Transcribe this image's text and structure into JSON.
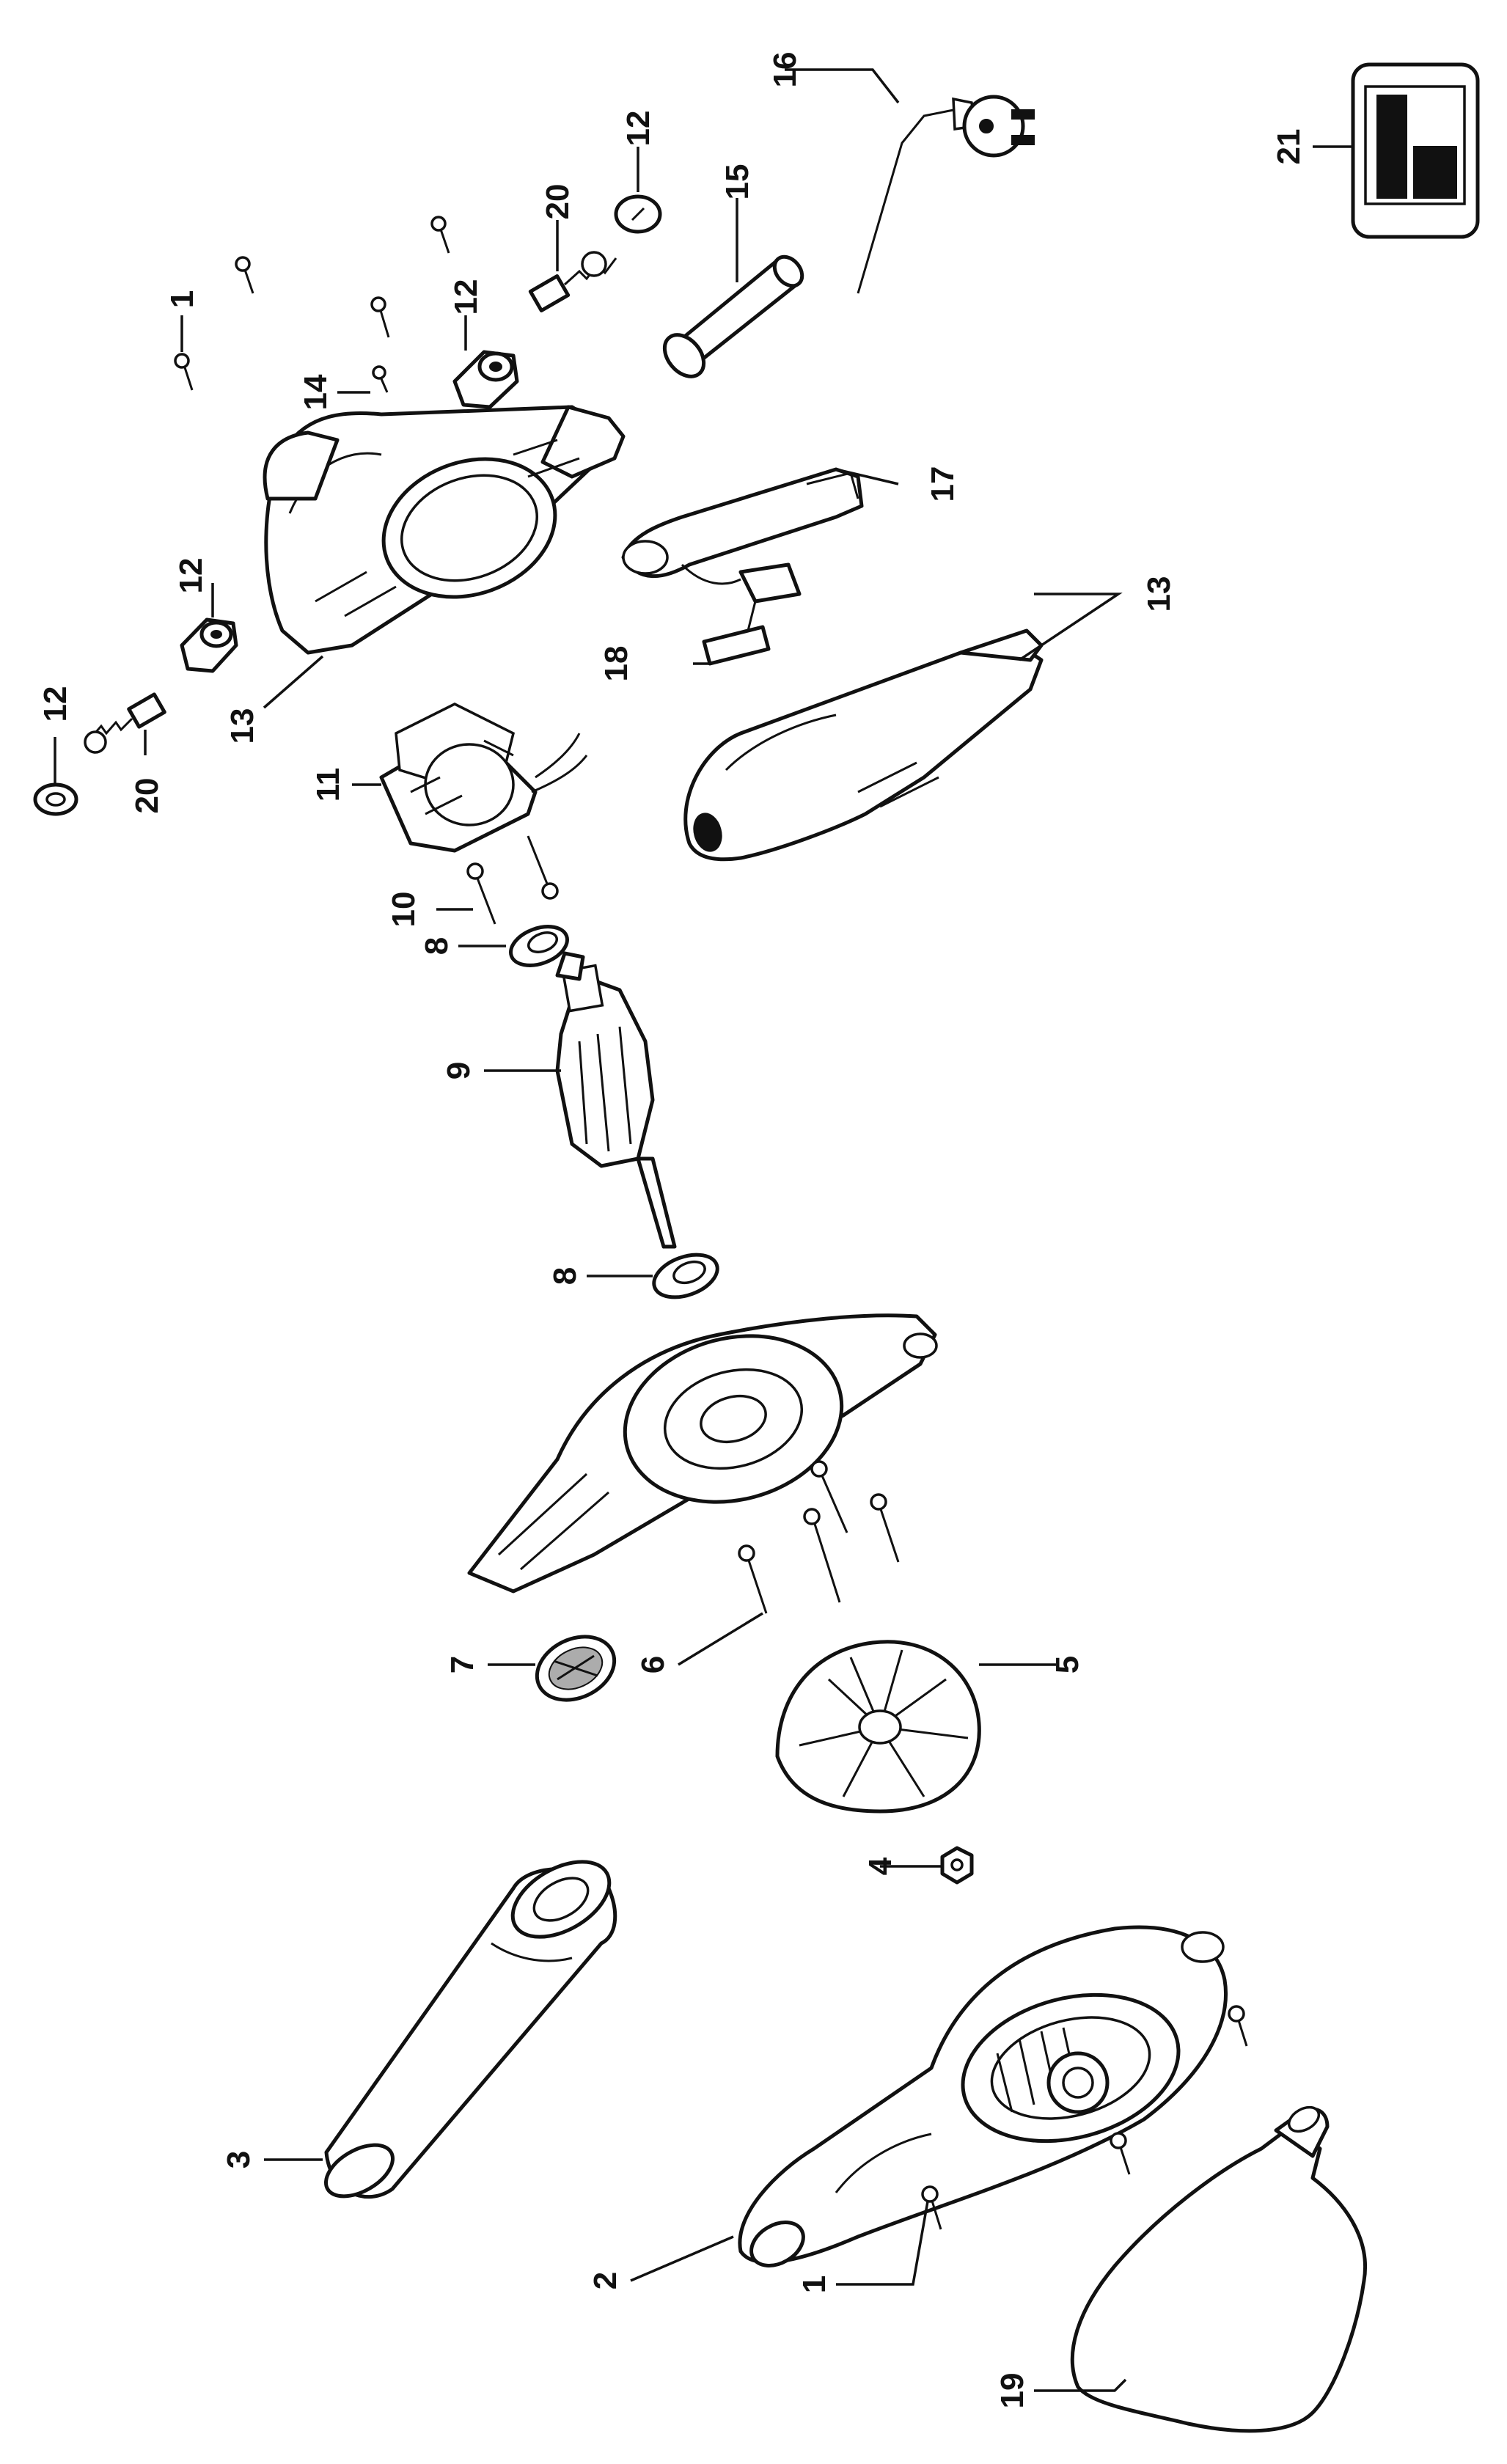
{
  "parts": [
    {
      "key": "p1a",
      "number": "1"
    },
    {
      "key": "p1b",
      "number": "1"
    },
    {
      "key": "p2",
      "number": "2"
    },
    {
      "key": "p3",
      "number": "3"
    },
    {
      "key": "p4",
      "number": "4"
    },
    {
      "key": "p5",
      "number": "5"
    },
    {
      "key": "p6",
      "number": "6"
    },
    {
      "key": "p7",
      "number": "7"
    },
    {
      "key": "p8a",
      "number": "8"
    },
    {
      "key": "p8b",
      "number": "8"
    },
    {
      "key": "p9",
      "number": "9"
    },
    {
      "key": "p10",
      "number": "10"
    },
    {
      "key": "p11",
      "number": "11"
    },
    {
      "key": "p12a",
      "number": "12"
    },
    {
      "key": "p12b",
      "number": "12"
    },
    {
      "key": "p12c",
      "number": "12"
    },
    {
      "key": "p12d",
      "number": "12"
    },
    {
      "key": "p13a",
      "number": "13"
    },
    {
      "key": "p13b",
      "number": "13"
    },
    {
      "key": "p14",
      "number": "14"
    },
    {
      "key": "p15",
      "number": "15"
    },
    {
      "key": "p16",
      "number": "16"
    },
    {
      "key": "p17",
      "number": "17"
    },
    {
      "key": "p18",
      "number": "18"
    },
    {
      "key": "p19",
      "number": "19"
    },
    {
      "key": "p20a",
      "number": "20"
    },
    {
      "key": "p20b",
      "number": "20"
    },
    {
      "key": "p21",
      "number": "21"
    }
  ]
}
